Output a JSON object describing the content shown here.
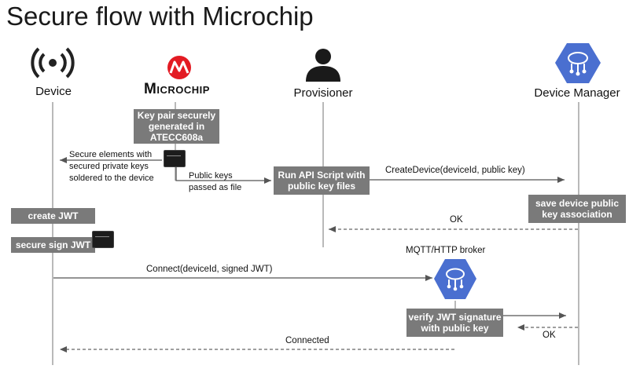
{
  "title": "Secure flow with Microchip",
  "actors": {
    "device": "Device",
    "microchip_logo": "Microchip",
    "provisioner": "Provisioner",
    "device_manager": "Device Manager",
    "broker": "MQTT/HTTP broker"
  },
  "boxes": {
    "keypair": "Key pair securely generated in ATECC608a",
    "run_script": "Run API Script with public key files",
    "save_assoc": "save device public key association",
    "create_jwt": "create JWT",
    "sign_jwt": "secure sign JWT",
    "verify_jwt": "verify JWT signature with public key"
  },
  "messages": {
    "secure_elements": "Secure elements with secured private keys soldered to the device",
    "public_keys": "Public keys passed as file",
    "create_device": "CreateDevice(deviceId, public key)",
    "ok1": "OK",
    "connect": "Connect(deviceId, signed JWT)",
    "ok2": "OK",
    "connected": "Connected"
  },
  "colors": {
    "box": "#7a7a7a",
    "lifeline": "#b9b9b9",
    "logo_red": "#e31b23",
    "hex_blue": "#4a6fd0",
    "arrow": "#555555"
  }
}
